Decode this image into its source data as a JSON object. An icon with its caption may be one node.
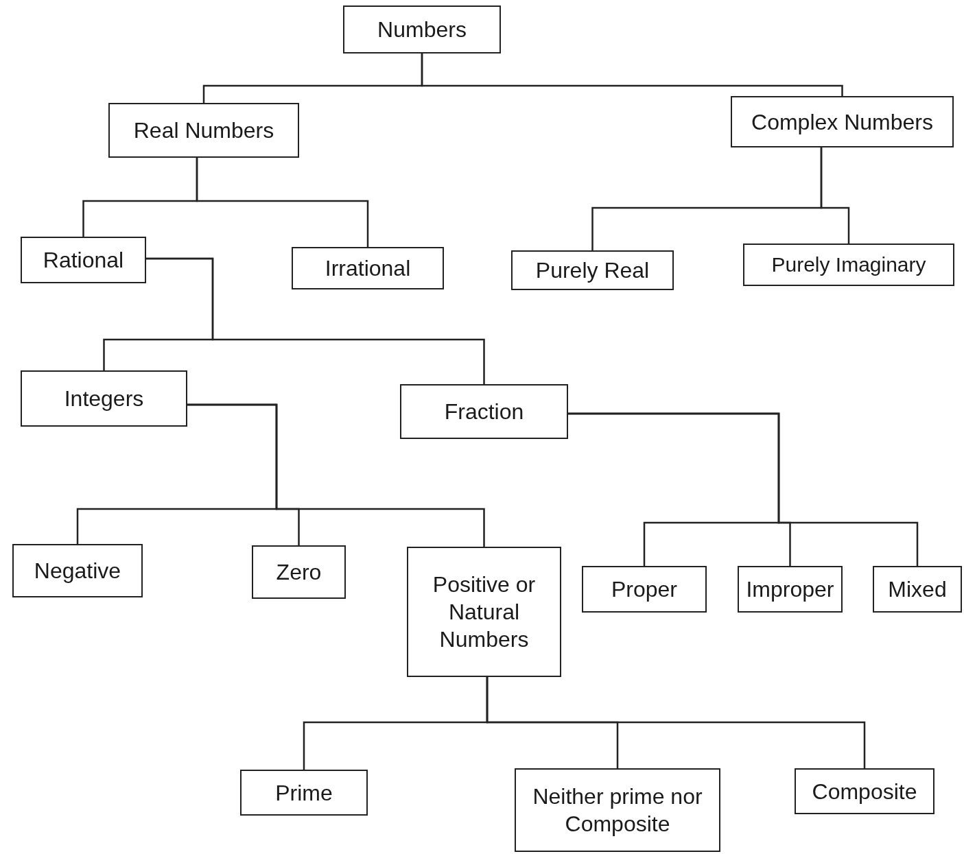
{
  "diagram": {
    "nodes": [
      {
        "text": [
          "Numbers"
        ]
      },
      {
        "text": [
          "Real Numbers"
        ]
      },
      {
        "text": [
          "Complex Numbers"
        ]
      },
      {
        "text": [
          "Rational"
        ]
      },
      {
        "text": [
          "Irrational"
        ]
      },
      {
        "text": [
          "Purely Real"
        ]
      },
      {
        "text": [
          "Purely Imaginary"
        ]
      },
      {
        "text": [
          "Integers"
        ]
      },
      {
        "text": [
          "Fraction"
        ]
      },
      {
        "text": [
          "Negative"
        ]
      },
      {
        "text": [
          "Zero"
        ]
      },
      {
        "text": [
          "Positive or Natural Numbers"
        ]
      },
      {
        "text": [
          "Proper"
        ]
      },
      {
        "text": [
          "Improper"
        ]
      },
      {
        "text": [
          "Mixed"
        ]
      },
      {
        "text": [
          "Prime"
        ]
      },
      {
        "text": [
          "Neither prime nor Composite"
        ]
      },
      {
        "text": [
          "Composite"
        ]
      }
    ],
    "edges": [
      {
        "from": 0,
        "to": 1,
        "arrow": "none"
      },
      {
        "from": 0,
        "to": 2,
        "arrow": "none"
      },
      {
        "from": 1,
        "to": 3,
        "arrow": "none"
      },
      {
        "from": 1,
        "to": 4,
        "arrow": "none"
      },
      {
        "from": 2,
        "to": 5,
        "arrow": "none"
      },
      {
        "from": 2,
        "to": 6,
        "arrow": "none"
      },
      {
        "from": 3,
        "to": 7,
        "arrow": "none"
      },
      {
        "from": 3,
        "to": 8,
        "arrow": "none"
      },
      {
        "from": 7,
        "to": 9,
        "arrow": "none"
      },
      {
        "from": 7,
        "to": 10,
        "arrow": "none"
      },
      {
        "from": 7,
        "to": 11,
        "arrow": "none"
      },
      {
        "from": 8,
        "to": 12,
        "arrow": "none"
      },
      {
        "from": 8,
        "to": 13,
        "arrow": "none"
      },
      {
        "from": 8,
        "to": 14,
        "arrow": "none"
      },
      {
        "from": 11,
        "to": 15,
        "arrow": "none"
      },
      {
        "from": 11,
        "to": 16,
        "arrow": "none"
      },
      {
        "from": 11,
        "to": 17,
        "arrow": "none"
      }
    ]
  }
}
